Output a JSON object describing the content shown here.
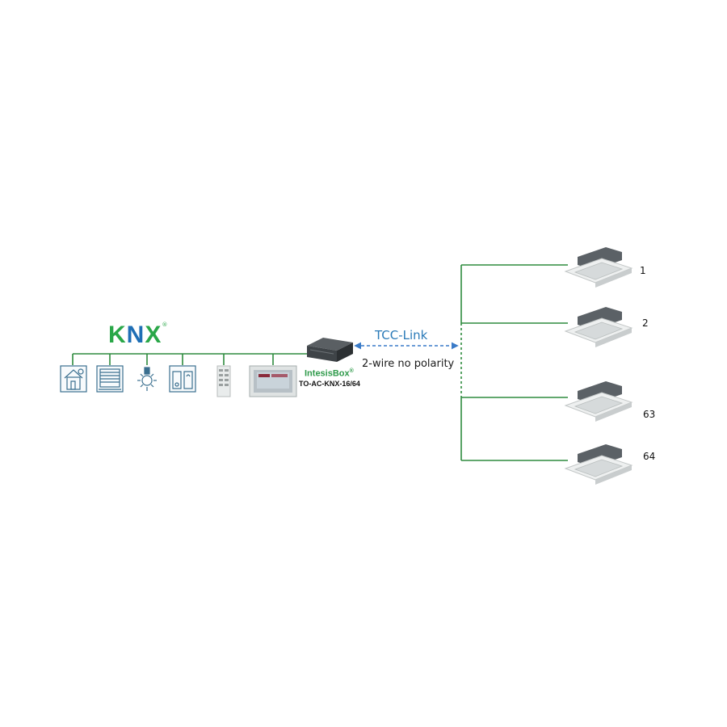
{
  "knx": {
    "logo_letters": [
      "K",
      "N",
      "X"
    ],
    "logo_mark": "®",
    "colors": {
      "k": "#2aa748",
      "n": "#1f6fb5",
      "x": "#2aa748"
    }
  },
  "gateway": {
    "brand": "IntesisBox",
    "brand_mark": "®",
    "model": "TO-AC-KNX-16/64"
  },
  "link": {
    "name": "TCC-Link",
    "wiring": "2-wire no polarity"
  },
  "knx_devices": [
    {
      "name": "home-automation-icon"
    },
    {
      "name": "blinds-icon"
    },
    {
      "name": "lighting-icon"
    },
    {
      "name": "climate-control-icon"
    },
    {
      "name": "wall-keypad-icon"
    },
    {
      "name": "touch-panel-icon"
    }
  ],
  "ac_units": [
    {
      "label": "1"
    },
    {
      "label": "2"
    },
    {
      "label": "63"
    },
    {
      "label": "64"
    }
  ],
  "colors": {
    "bus_line": "#2e8b3e",
    "link_arrow": "#3a7bc8",
    "icon_stroke": "#3a6f8f"
  }
}
